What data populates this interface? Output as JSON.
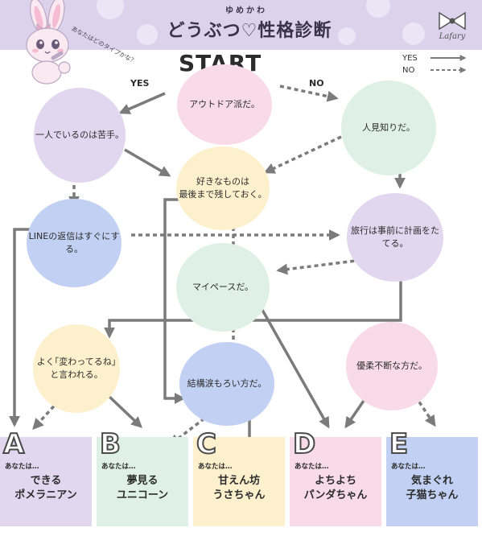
{
  "header": {
    "title_ruby": "ゆめかわ",
    "title_main": "どうぶつ♡性格診断",
    "side_note": "あなたはどのタイプかな？",
    "logo_text": "Lafary"
  },
  "legend": {
    "yes": "YES",
    "no": "NO"
  },
  "start": "START",
  "branch_labels": {
    "yes": "YES",
    "no": "NO"
  },
  "questions": [
    {
      "id": "q1",
      "text": "アウトドア派だ。",
      "color": "#f8dbe6"
    },
    {
      "id": "q2",
      "text": "一人でいるのは苦手。",
      "color": "#e2d7ee"
    },
    {
      "id": "q3",
      "text": "人見知りだ。",
      "color": "#dff1e6"
    },
    {
      "id": "q4",
      "text": "好きなものは\n最後まで残しておく。",
      "color": "#fdf0cc"
    },
    {
      "id": "q5",
      "text": "LINEの返信はすぐにする。",
      "color": "#c2d0f3"
    },
    {
      "id": "q6",
      "text": "旅行は事前に計画をたてる。",
      "color": "#e2d7ee"
    },
    {
      "id": "q7",
      "text": "マイペースだ。",
      "color": "#dff1e6"
    },
    {
      "id": "q8",
      "text": "よく｢変わってるね｣と言われる。",
      "color": "#fdf0cc"
    },
    {
      "id": "q9",
      "text": "結構涙もろい方だ。",
      "color": "#c2d0f3"
    },
    {
      "id": "q10",
      "text": "優柔不断な方だ。",
      "color": "#f8dbe6"
    }
  ],
  "results": [
    {
      "letter": "A",
      "prefix": "あなたは…",
      "name": "できる\nポメラニアン",
      "color": "#e2d7ee"
    },
    {
      "letter": "B",
      "prefix": "あなたは…",
      "name": "夢見る\nユニコーン",
      "color": "#dff1e6"
    },
    {
      "letter": "C",
      "prefix": "あなたは…",
      "name": "甘えん坊\nうさちゃん",
      "color": "#fdf0cc"
    },
    {
      "letter": "D",
      "prefix": "あなたは…",
      "name": "よちよち\nパンダちゃん",
      "color": "#f8dbe6"
    },
    {
      "letter": "E",
      "prefix": "あなたは…",
      "name": "気まぐれ\n子猫ちゃん",
      "color": "#c2d0f3"
    }
  ],
  "colors": {
    "header_bg": "#dcd2ec",
    "arrow": "#7b7b7b",
    "accent_pink": "#e98fb7"
  }
}
